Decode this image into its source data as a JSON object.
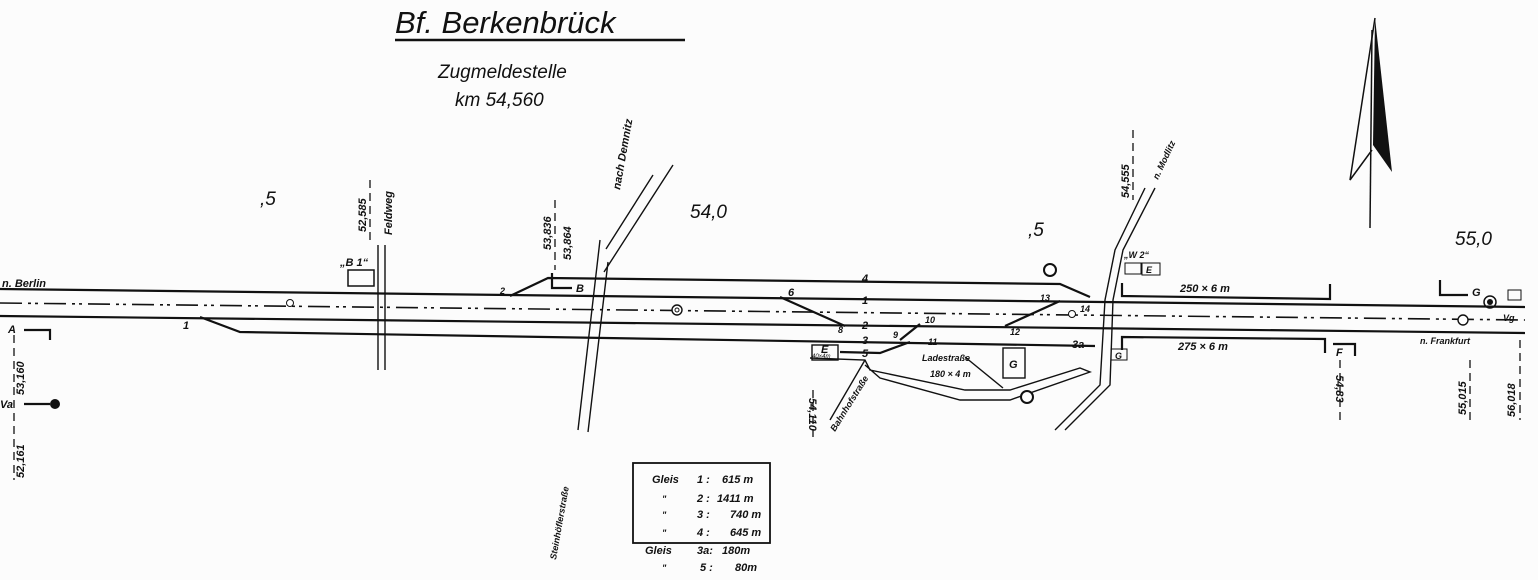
{
  "title": "Bf. Berkenbrück",
  "subtitle": "Zugmeldestelle",
  "station_km": "km 54,560",
  "km_marks": {
    "k52_5": ",5",
    "k54_0": "54,0",
    "k54_5": ",5",
    "k55_0": "55,0"
  },
  "directions": {
    "west": "n. Berlin",
    "east": "n. Frankfurt",
    "demnitz": "nach Demnitz",
    "modlitz": "n. Modlitz"
  },
  "roads": {
    "feldweg": "Feldweg",
    "steinhoefler": "Steinhöflerstraße",
    "bahnhof": "Bahnhofstraße",
    "ladestrasse": "Ladestraße",
    "ladestrasse_size": "180 × 4 m"
  },
  "chainages": [
    "53,160",
    "52,161",
    "52,585",
    "53,836",
    "53,864",
    "54,110",
    "54,555",
    "54,83",
    "55,015",
    "56,018"
  ],
  "signals": {
    "A": "A",
    "Va": "Va",
    "B1": "„B 1“",
    "B": "B",
    "E": "E",
    "W2": "„W 2“",
    "E2": "E",
    "G1": "G",
    "G2": "G",
    "G3": "G",
    "F": "F",
    "Vg": "Vg",
    "ramp": "40×4m"
  },
  "platforms": {
    "north": "250 × 6 m",
    "south": "275 × 6 m"
  },
  "switches": [
    "1",
    "2",
    "6",
    "8",
    "9",
    "10",
    "11",
    "12",
    "13",
    "14"
  ],
  "tracks": {
    "t4": "4",
    "t1": "1",
    "t2": "2",
    "t3": "3",
    "t5": "5",
    "t3a": "3a"
  },
  "track_table": {
    "rows": [
      {
        "label": "Gleis",
        "track": "1 :",
        "length": "615 m"
      },
      {
        "label": "\"",
        "track": "2 :",
        "length": "1411 m"
      },
      {
        "label": "\"",
        "track": "3 :",
        "length": "740 m"
      },
      {
        "label": "\"",
        "track": "4 :",
        "length": "645 m"
      }
    ],
    "extra": [
      {
        "label": "Gleis",
        "track": "3a:",
        "length": "180m"
      },
      {
        "label": "\"",
        "track": "5 :",
        "length": "80m"
      }
    ]
  }
}
